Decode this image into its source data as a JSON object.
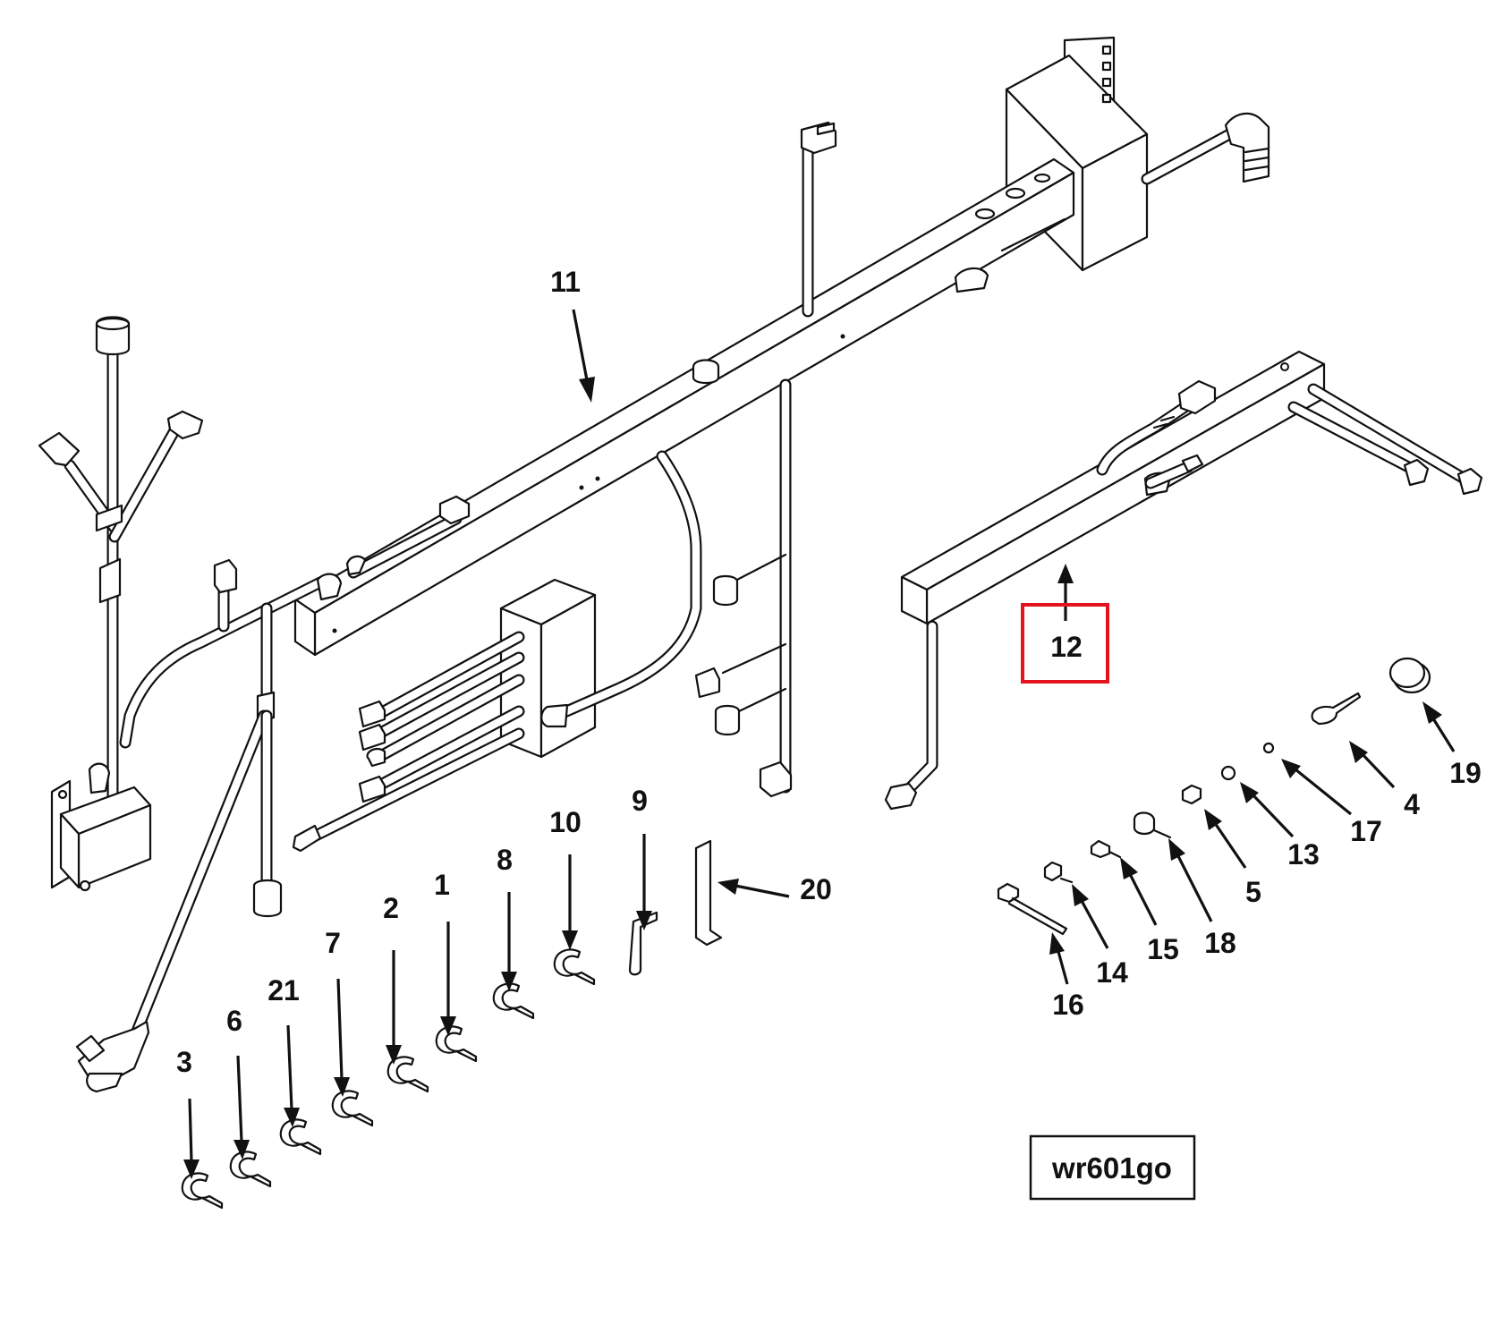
{
  "drawing_code": "wr601go",
  "highlight_color": "#e3141b",
  "highlighted_callout": "12",
  "callouts": {
    "c1": "1",
    "c2": "2",
    "c3": "3",
    "c4": "4",
    "c5": "5",
    "c6": "6",
    "c7": "7",
    "c8": "8",
    "c9": "9",
    "c10": "10",
    "c11": "11",
    "c12": "12",
    "c13": "13",
    "c14": "14",
    "c15": "15",
    "c16": "16",
    "c17": "17",
    "c18": "18",
    "c19": "19",
    "c20": "20",
    "c21": "21"
  }
}
